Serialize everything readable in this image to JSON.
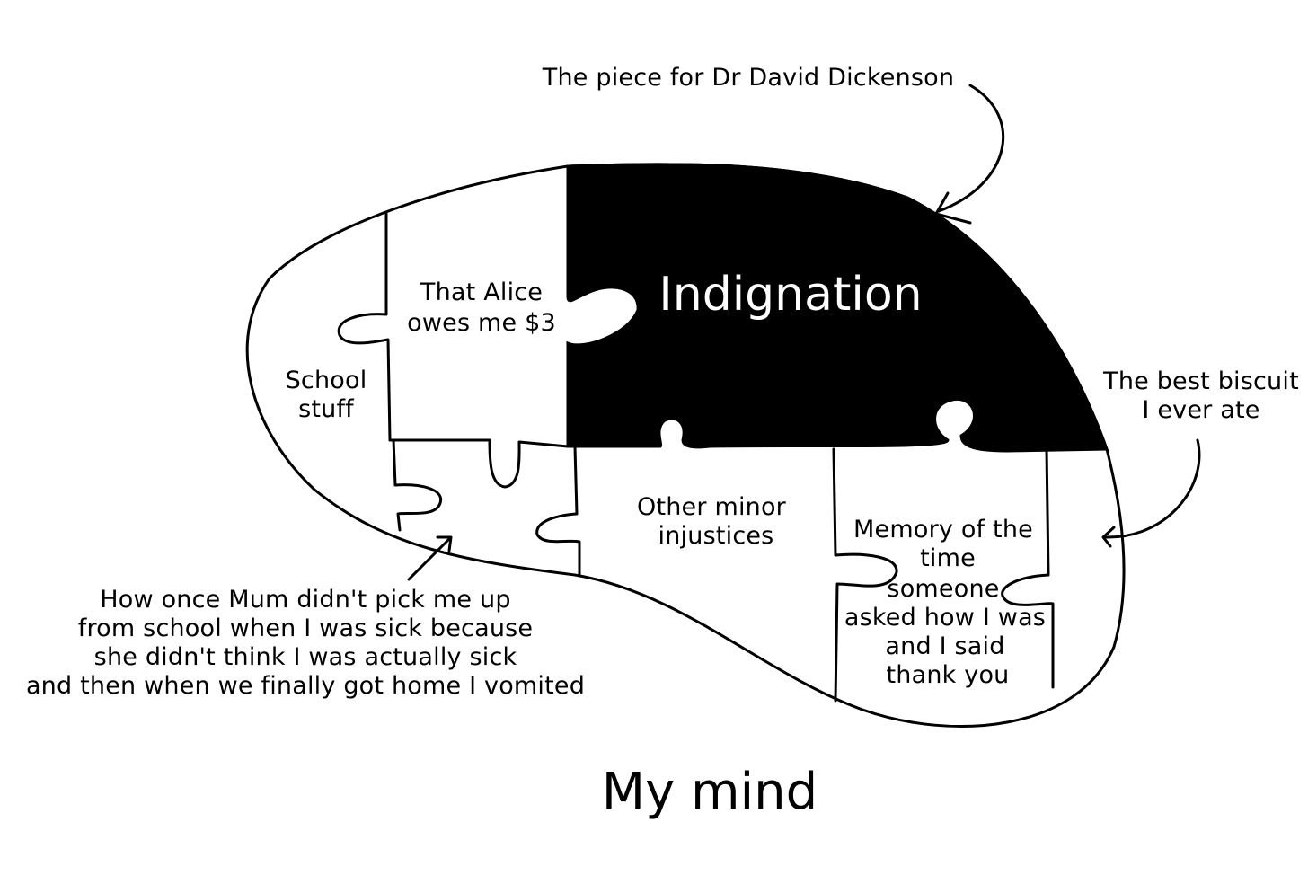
{
  "annotation_top": "The piece for Dr David Dickenson",
  "annotation_right": [
    "The best biscuit",
    "I ever ate"
  ],
  "annotation_bottom": [
    "How once Mum didn't pick me up",
    "from school when I was sick because",
    "she didn't think I was actually sick",
    "and then when we finally got home I vomited"
  ],
  "pieces": {
    "school": [
      "School",
      "stuff"
    ],
    "alice": [
      "That Alice",
      "owes me $3"
    ],
    "indignation": "Indignation",
    "injustices": [
      "Other minor",
      "injustices"
    ],
    "memory": [
      "Memory of the",
      "time",
      "someone",
      "asked how I was",
      "and I said",
      "thank you"
    ]
  },
  "title": "My mind",
  "colors": {
    "ink": "#000000",
    "paper": "#ffffff",
    "highlight_piece": "#000000"
  }
}
